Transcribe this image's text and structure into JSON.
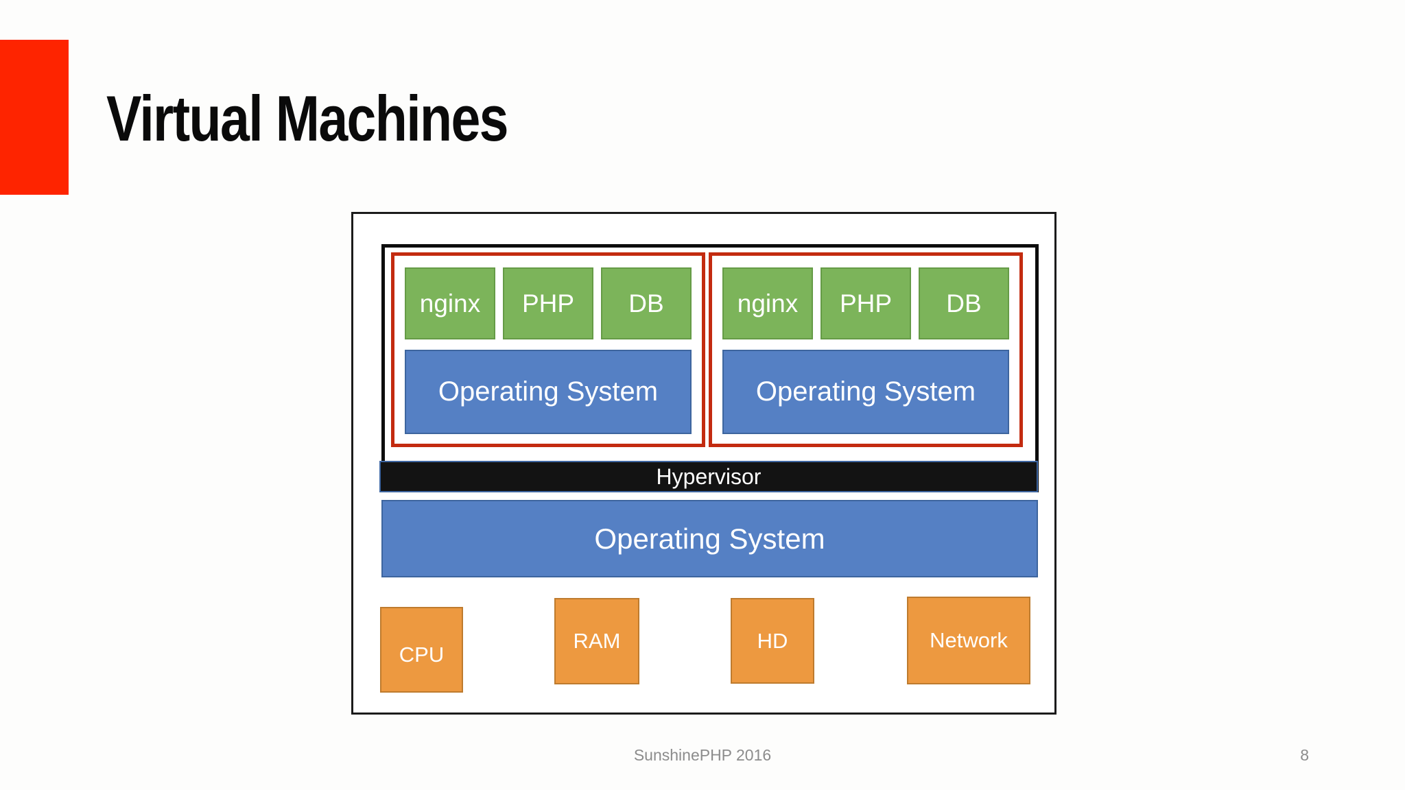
{
  "slide": {
    "title": "Virtual Machines",
    "footer_text": "SunshinePHP 2016",
    "page_number": "8"
  },
  "diagram": {
    "vms": [
      {
        "services": [
          "nginx",
          "PHP",
          "DB"
        ],
        "os_label": "Operating System"
      },
      {
        "services": [
          "nginx",
          "PHP",
          "DB"
        ],
        "os_label": "Operating System"
      }
    ],
    "hypervisor_label": "Hypervisor",
    "host_os_label": "Operating System",
    "hardware": [
      "CPU",
      "RAM",
      "HD",
      "Network"
    ]
  },
  "colors": {
    "accent_red": "#fe2400",
    "vm_border_red": "#c32b10",
    "service_green": "#7cb45a",
    "service_green_border": "#659b46",
    "os_blue": "#5580c4",
    "os_blue_border": "#3d659e",
    "hardware_orange": "#ed9940",
    "hardware_orange_border": "#be7b2e",
    "frame_black": "#0d0d0d",
    "hypervisor_black": "#131313",
    "hypervisor_blue_border": "#3f67a2",
    "footer_gray": "#8c8c8c",
    "title_black": "#0a0a0a"
  }
}
